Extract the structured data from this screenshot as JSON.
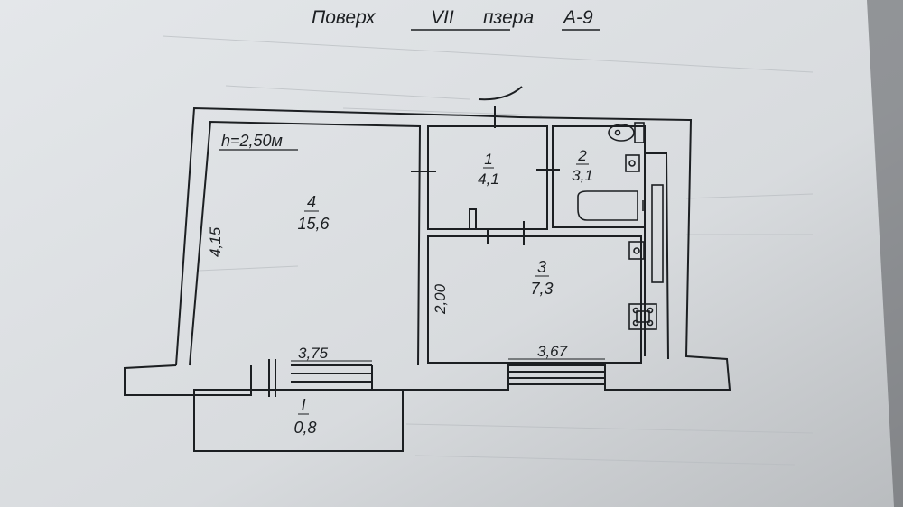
{
  "header": {
    "floor_label": "Поверх",
    "floor_value": "VII",
    "unit_label_partial": "пзера",
    "unit_value": "А-9"
  },
  "plan": {
    "ceiling_height": "h=2,50м",
    "rooms": [
      {
        "number": "4",
        "area": "15,6"
      },
      {
        "number": "1",
        "area": "4,1"
      },
      {
        "number": "2",
        "area": "3,1"
      },
      {
        "number": "3",
        "area": "7,3"
      },
      {
        "number": "I",
        "area": "0,8"
      }
    ],
    "dimensions": {
      "room4_height": "4,15",
      "room4_width": "3,75",
      "room3_height": "2,00",
      "room3_width": "3,67"
    }
  },
  "colors": {
    "paper": "#dcdfe2",
    "ink": "#1c1f22"
  }
}
